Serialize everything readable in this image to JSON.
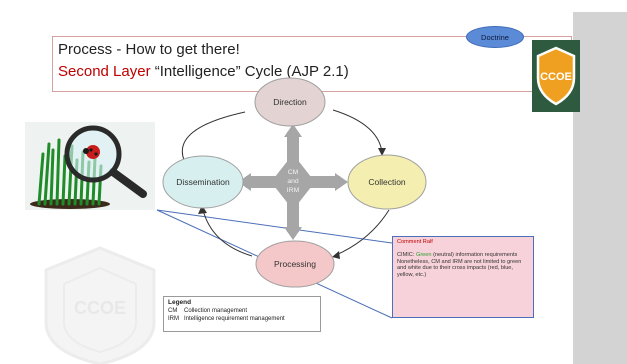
{
  "title": {
    "line1": "Process - How to get there!",
    "line2_red": "Second Layer",
    "line2_rest": " “Intelligence” Cycle (AJP 2.1)"
  },
  "doctrine_label": "Doctrine",
  "logo": {
    "text": "CCOE",
    "color": "#3d6e4f",
    "accent": "#f0a020"
  },
  "watermark_text": "CCOE",
  "cycle": {
    "nodes": [
      {
        "id": "direction",
        "label": "Direction",
        "color": "#e3d3d3"
      },
      {
        "id": "collection",
        "label": "Collection",
        "color": "#f4efb0"
      },
      {
        "id": "processing",
        "label": "Processing",
        "color": "#f4c7c9"
      },
      {
        "id": "dissemination",
        "label": "Dissemination",
        "color": "#d7efef"
      }
    ],
    "hub": {
      "lines": [
        "CM",
        "and",
        "IRM"
      ],
      "color": "#a6a6a6"
    }
  },
  "legend": {
    "title": "Legend",
    "rows": [
      {
        "abbr": "CM",
        "text": "Collection management"
      },
      {
        "abbr": "IRM",
        "text": "Intelligence requirement management"
      }
    ]
  },
  "comment": {
    "header": "Comment Ralf",
    "line1_prefix": "CIMIC:",
    "line1_green": "Green",
    "line1_suffix": " (neutral) information requirements",
    "line2": "Nonetheless, CM and IRM are not limited to green and white due to their cross impacts (red, blue, yellow, etc.)"
  }
}
